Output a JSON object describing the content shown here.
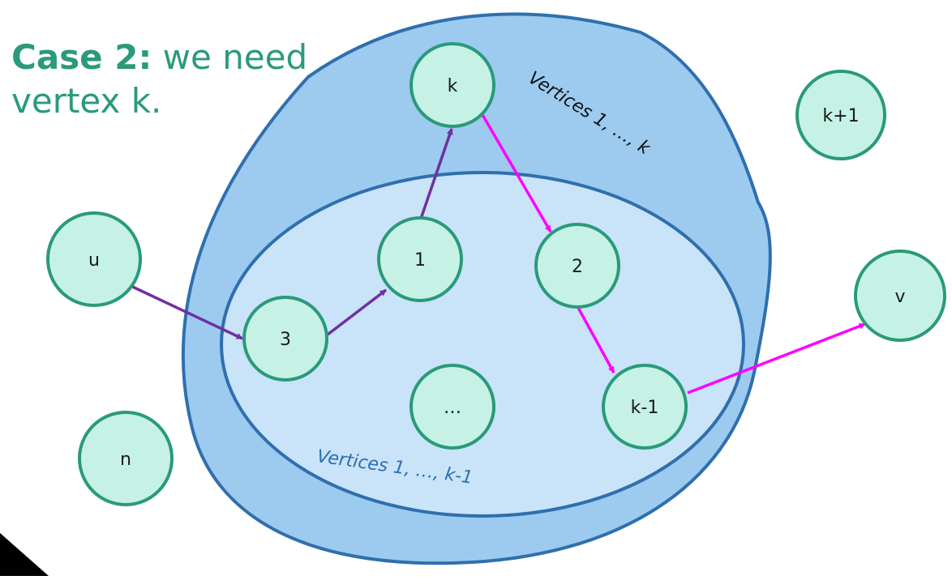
{
  "heading": {
    "bold": "Case 2:",
    "rest": " we need vertex k."
  },
  "regions": {
    "outer_label": "Vertices 1, …, k",
    "inner_label": "Vertices 1, …, k-1"
  },
  "nodes": {
    "k": "k",
    "kplus1": "k+1",
    "u": "u",
    "one": "1",
    "two": "2",
    "three": "3",
    "v": "v",
    "ellipsis": "…",
    "kminus1": "k-1",
    "n": "n"
  },
  "colors": {
    "node_fill": "#c6f2e6",
    "node_stroke": "#2a9a7a",
    "outer_fill": "#9ccbef",
    "inner_fill": "#c9e3f8",
    "region_stroke": "#2f6fae",
    "purple_edge": "#7030a0",
    "magenta_edge": "#ff00ff",
    "heading": "#2a9a7a"
  }
}
